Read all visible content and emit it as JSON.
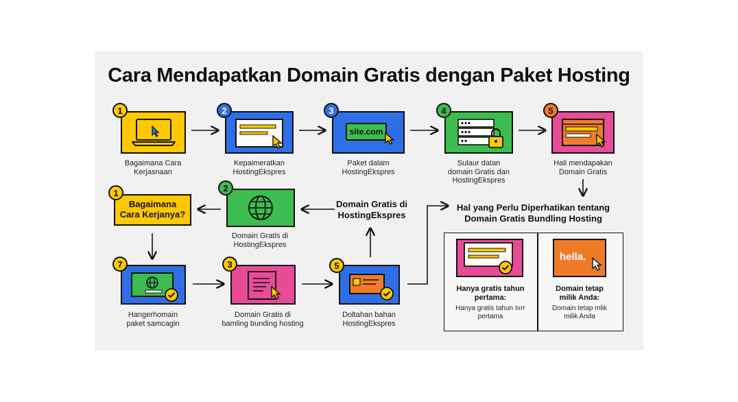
{
  "title": "Cara Mendapatkan Domain Gratis dengan Paket Hosting",
  "colors": {
    "yellow": "#ffc800",
    "blue": "#2f6fe6",
    "green": "#3dbd4f",
    "orange": "#ef7b28",
    "pink": "#e84c97",
    "background": "#f1f1f1"
  },
  "row1": [
    {
      "badge": "1",
      "caption": "Bagaimana Cara\nKerjasnaan"
    },
    {
      "badge": "2",
      "caption": "Kepaimeratkan\nHostingEkspres"
    },
    {
      "badge": "3",
      "caption": "Paket dalam\nHostingEkspres",
      "screen_text": "site.com"
    },
    {
      "badge": "4",
      "caption": "Sulaur datan\ndomain Gratis dan\nHostingEkspres"
    },
    {
      "badge": "5",
      "caption": "Hali mendapakan\nDomain Gratis"
    }
  ],
  "row2": {
    "highlight_badge": "1",
    "highlight_text": "Bagaimana\nCara Kerjanya?",
    "globe_badge": "2",
    "globe_caption": "Domain Gratis di\nHostingEkspres",
    "center_heading": "Domain Gratis di\nHostingEkspres"
  },
  "row3": [
    {
      "badge": "7",
      "caption": "Hangerhomain\npaket samcagin"
    },
    {
      "badge": "3",
      "caption": "Domain Gratis di\nbamling bunding hosting"
    },
    {
      "badge": "5",
      "caption": "Doltahan bahan\nHostingEkspres"
    }
  ],
  "right_panel": {
    "heading": "Hal yang Perlu Diperhatikan tentang\nDomain Gratis Bundling Hosting",
    "left_bold": "Hanya gratis tahun\npertama:",
    "left_small": "Hanya gratis tahun Iıırr\npertama",
    "right_logo": "hella.",
    "right_bold": "Domain tetap\nmilik Anda:",
    "right_small": "Domain tetap mlik\nmilik Anda"
  }
}
